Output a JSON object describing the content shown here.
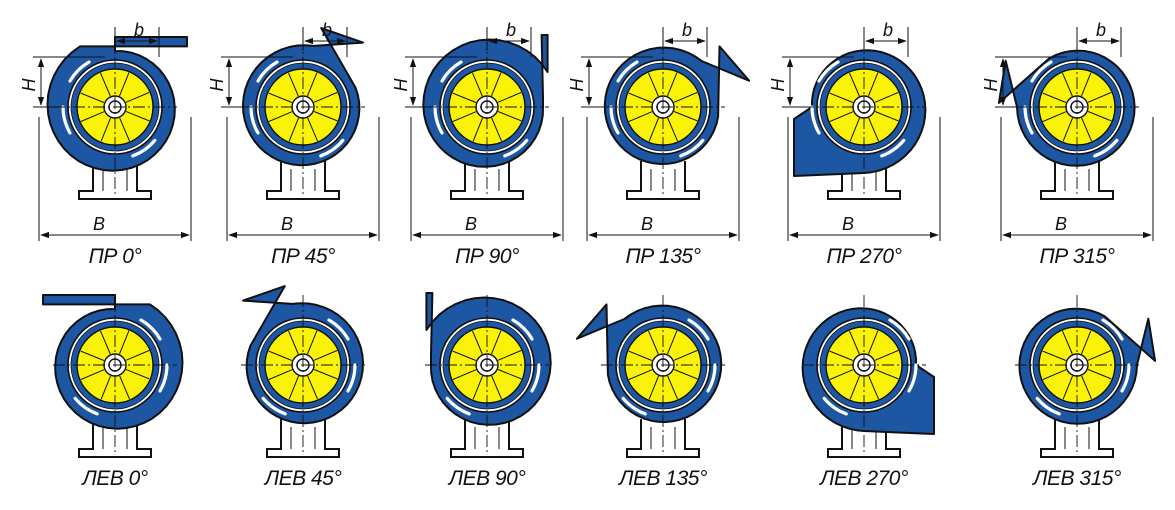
{
  "dimension_labels": {
    "width": "B",
    "height": "H",
    "outlet_offset": "b"
  },
  "colors": {
    "housing": "#1d57a3",
    "impeller": "#fbf20a",
    "outline": "#111111"
  },
  "variants": [
    {
      "label": "ПР 0°",
      "hand": "right",
      "angle": 0,
      "dimensioned": true
    },
    {
      "label": "ПР 45°",
      "hand": "right",
      "angle": 45,
      "dimensioned": true
    },
    {
      "label": "ПР 90°",
      "hand": "right",
      "angle": 90,
      "dimensioned": true
    },
    {
      "label": "ПР 135°",
      "hand": "right",
      "angle": 135,
      "dimensioned": true
    },
    {
      "label": "ПР 270°",
      "hand": "right",
      "angle": 270,
      "dimensioned": true
    },
    {
      "label": "ПР 315°",
      "hand": "right",
      "angle": 315,
      "dimensioned": true
    },
    {
      "label": "ЛЕВ 0°",
      "hand": "left",
      "angle": 0,
      "dimensioned": false
    },
    {
      "label": "ЛЕВ 45°",
      "hand": "left",
      "angle": 45,
      "dimensioned": false
    },
    {
      "label": "ЛЕВ 90°",
      "hand": "left",
      "angle": 90,
      "dimensioned": false
    },
    {
      "label": "ЛЕВ 135°",
      "hand": "left",
      "angle": 135,
      "dimensioned": false
    },
    {
      "label": "ЛЕВ 270°",
      "hand": "left",
      "angle": 270,
      "dimensioned": false
    },
    {
      "label": "ЛЕВ 315°",
      "hand": "left",
      "angle": 315,
      "dimensioned": false
    }
  ]
}
